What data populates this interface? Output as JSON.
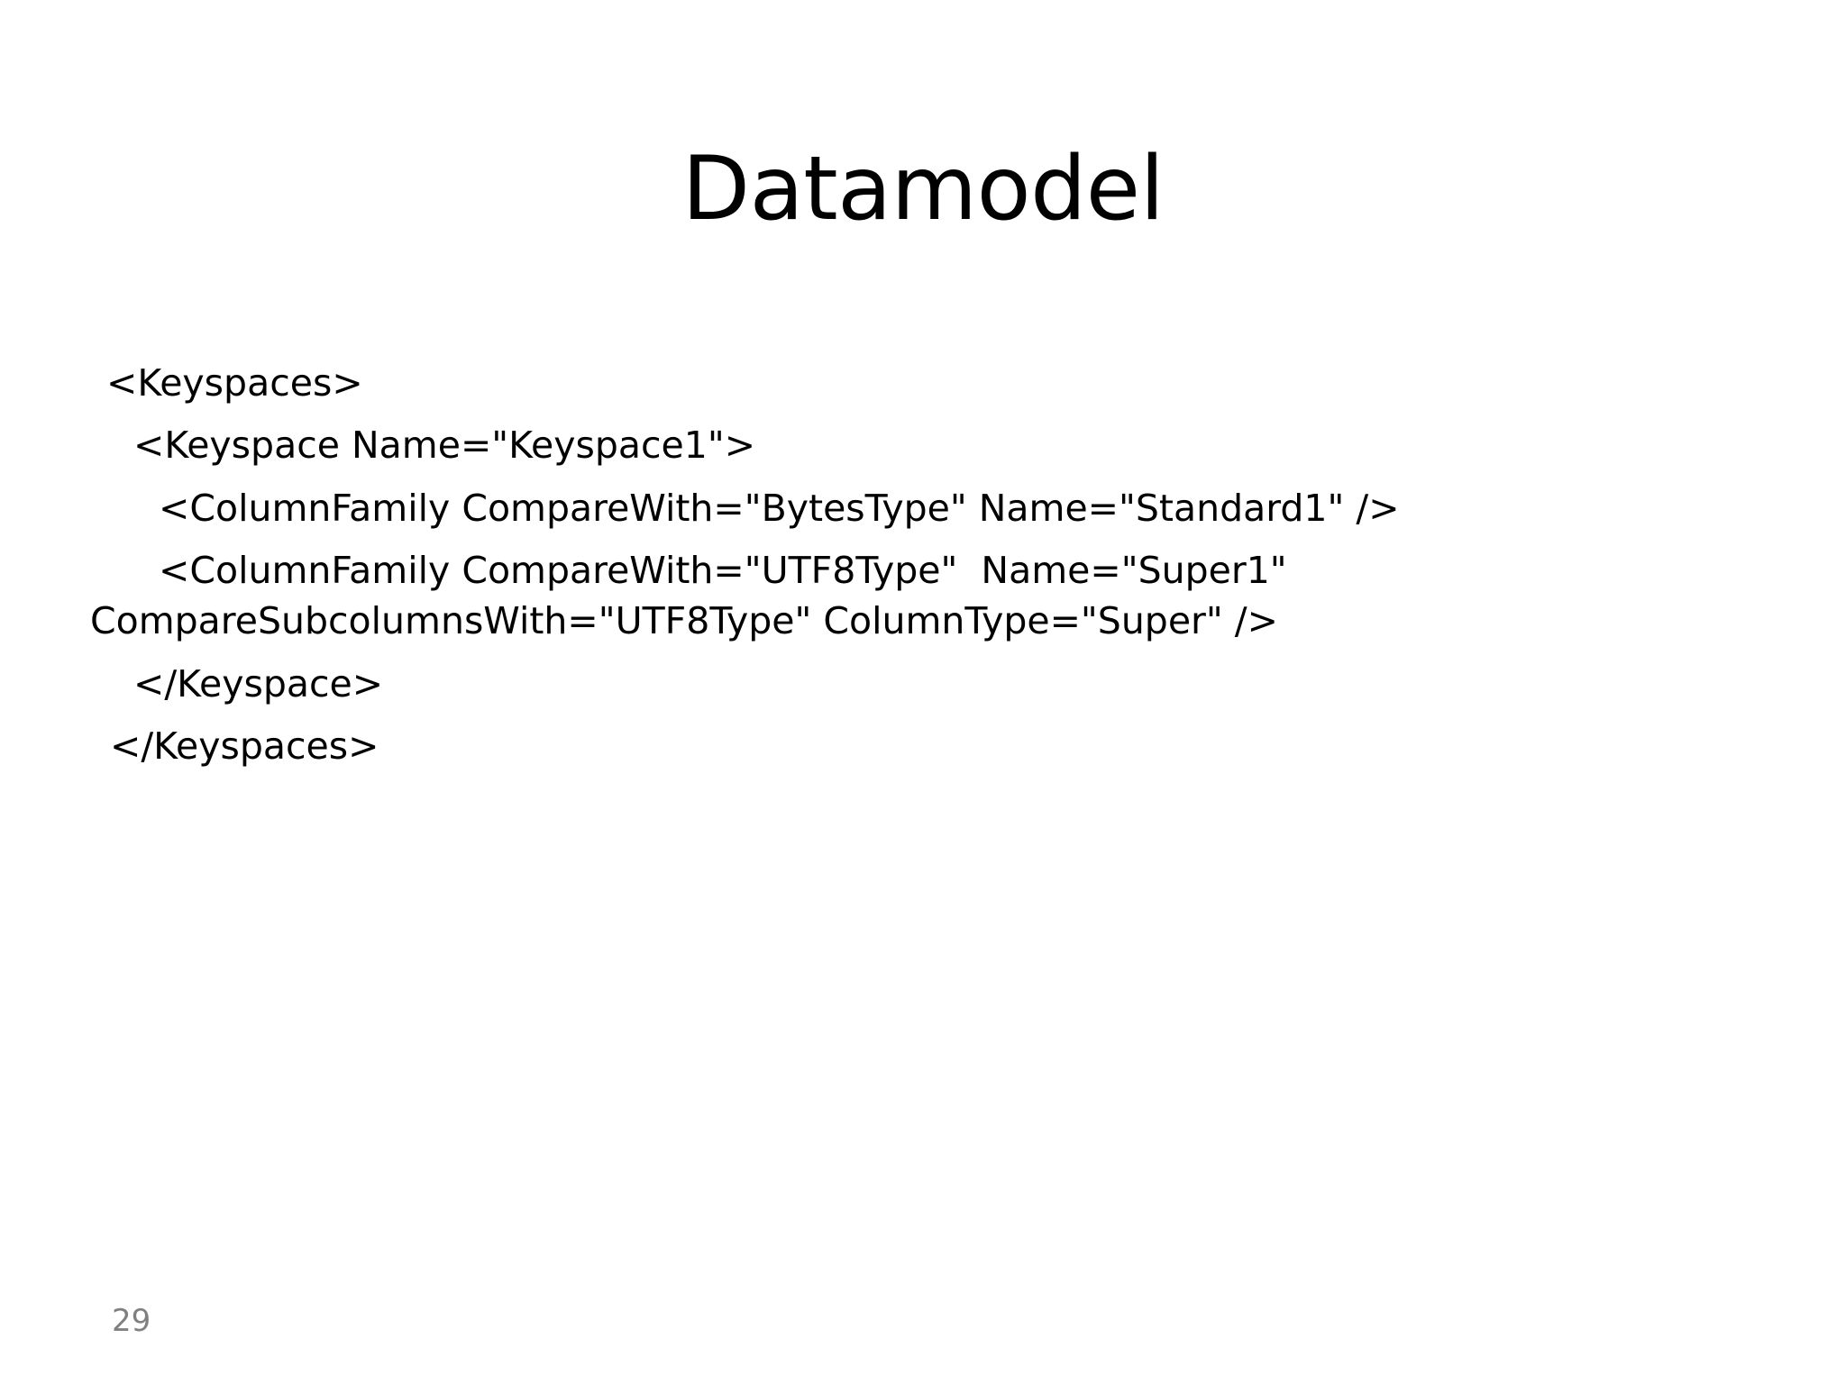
{
  "slide": {
    "title": "Datamodel",
    "page_number": "29",
    "background_color": "#ffffff",
    "title_color": "#000000",
    "body_color": "#000000",
    "page_number_color": "#808080"
  },
  "body": {
    "language": "xml",
    "lines": [
      {
        "id": "line-keyspaces-open",
        "indent": 0,
        "text": "<Keyspaces>"
      },
      {
        "id": "line-keyspace-open",
        "indent": 1,
        "text": "<Keyspace Name=\"Keyspace1\">"
      },
      {
        "id": "line-columnfamily-standard1",
        "indent": 2,
        "text": "<ColumnFamily CompareWith=\"BytesType\" Name=\"Standard1\" />"
      },
      {
        "id": "line-columnfamily-super1",
        "indent": 2,
        "text": "<ColumnFamily CompareWith=\"UTF8Type\"  Name=\"Super1\" CompareSubcolumnsWith=\"UTF8Type\" ColumnType=\"Super\" />"
      },
      {
        "id": "line-keyspace-close",
        "indent": 1,
        "text": "</Keyspace>"
      },
      {
        "id": "line-keyspaces-close",
        "indent": 0,
        "text": "</Keyspaces>"
      }
    ]
  }
}
